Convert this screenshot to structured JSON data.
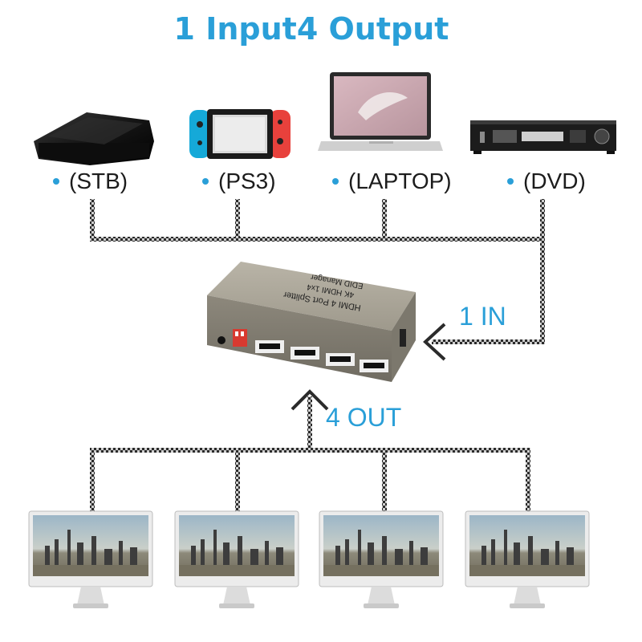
{
  "title": "1 Input4 Output",
  "sources": [
    {
      "label": "(STB)",
      "icon": "set-top-box-icon"
    },
    {
      "label": "(PS3)",
      "icon": "game-console-icon"
    },
    {
      "label": "(LAPTOP)",
      "icon": "laptop-icon"
    },
    {
      "label": "(DVD)",
      "icon": "dvd-player-icon"
    }
  ],
  "splitter": {
    "name": "HDMI 4 Port Splitter",
    "model": "4K HDMI 1x4",
    "feature": "EDID Manager"
  },
  "flow": {
    "input_label": "1 IN",
    "output_label": "4 OUT"
  },
  "accent_color": "#2a9fd8",
  "displays": [
    {
      "icon": "monitor-icon"
    },
    {
      "icon": "monitor-icon"
    },
    {
      "icon": "monitor-icon"
    },
    {
      "icon": "monitor-icon"
    }
  ]
}
